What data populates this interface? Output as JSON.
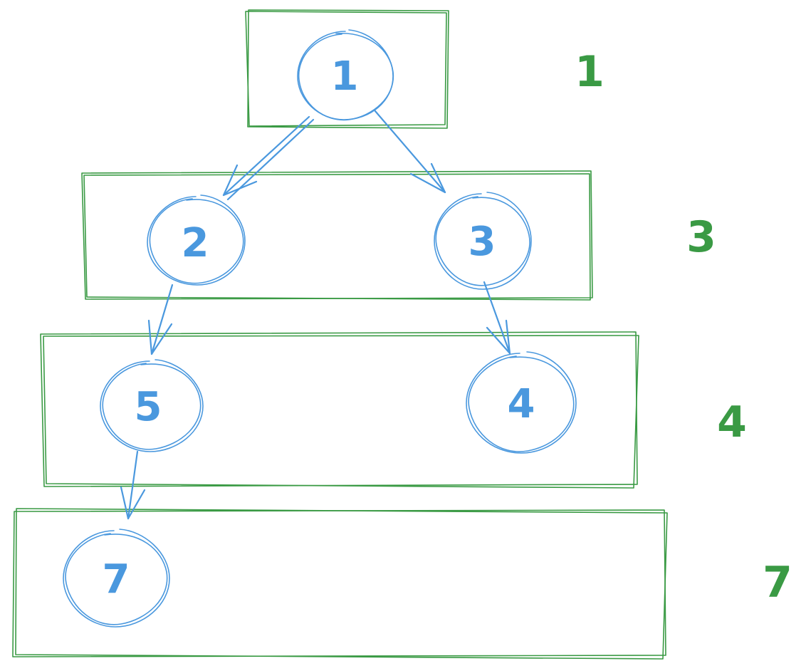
{
  "nodes": [
    {
      "id": "1",
      "label": "1"
    },
    {
      "id": "2",
      "label": "2"
    },
    {
      "id": "3",
      "label": "3"
    },
    {
      "id": "5",
      "label": "5"
    },
    {
      "id": "4",
      "label": "4"
    },
    {
      "id": "7",
      "label": "7"
    }
  ],
  "edges": [
    {
      "from": "1",
      "to": "2"
    },
    {
      "from": "1",
      "to": "3"
    },
    {
      "from": "2",
      "to": "5"
    },
    {
      "from": "3",
      "to": "4"
    },
    {
      "from": "5",
      "to": "7"
    }
  ],
  "levels": [
    {
      "label": "1",
      "nodes": [
        "1"
      ]
    },
    {
      "label": "3",
      "nodes": [
        "2",
        "3"
      ]
    },
    {
      "label": "4",
      "nodes": [
        "5",
        "4"
      ]
    },
    {
      "label": "7",
      "nodes": [
        "7"
      ]
    }
  ],
  "colors": {
    "node_stroke": "#4a98de",
    "level_box_stroke": "#3a9a44"
  }
}
